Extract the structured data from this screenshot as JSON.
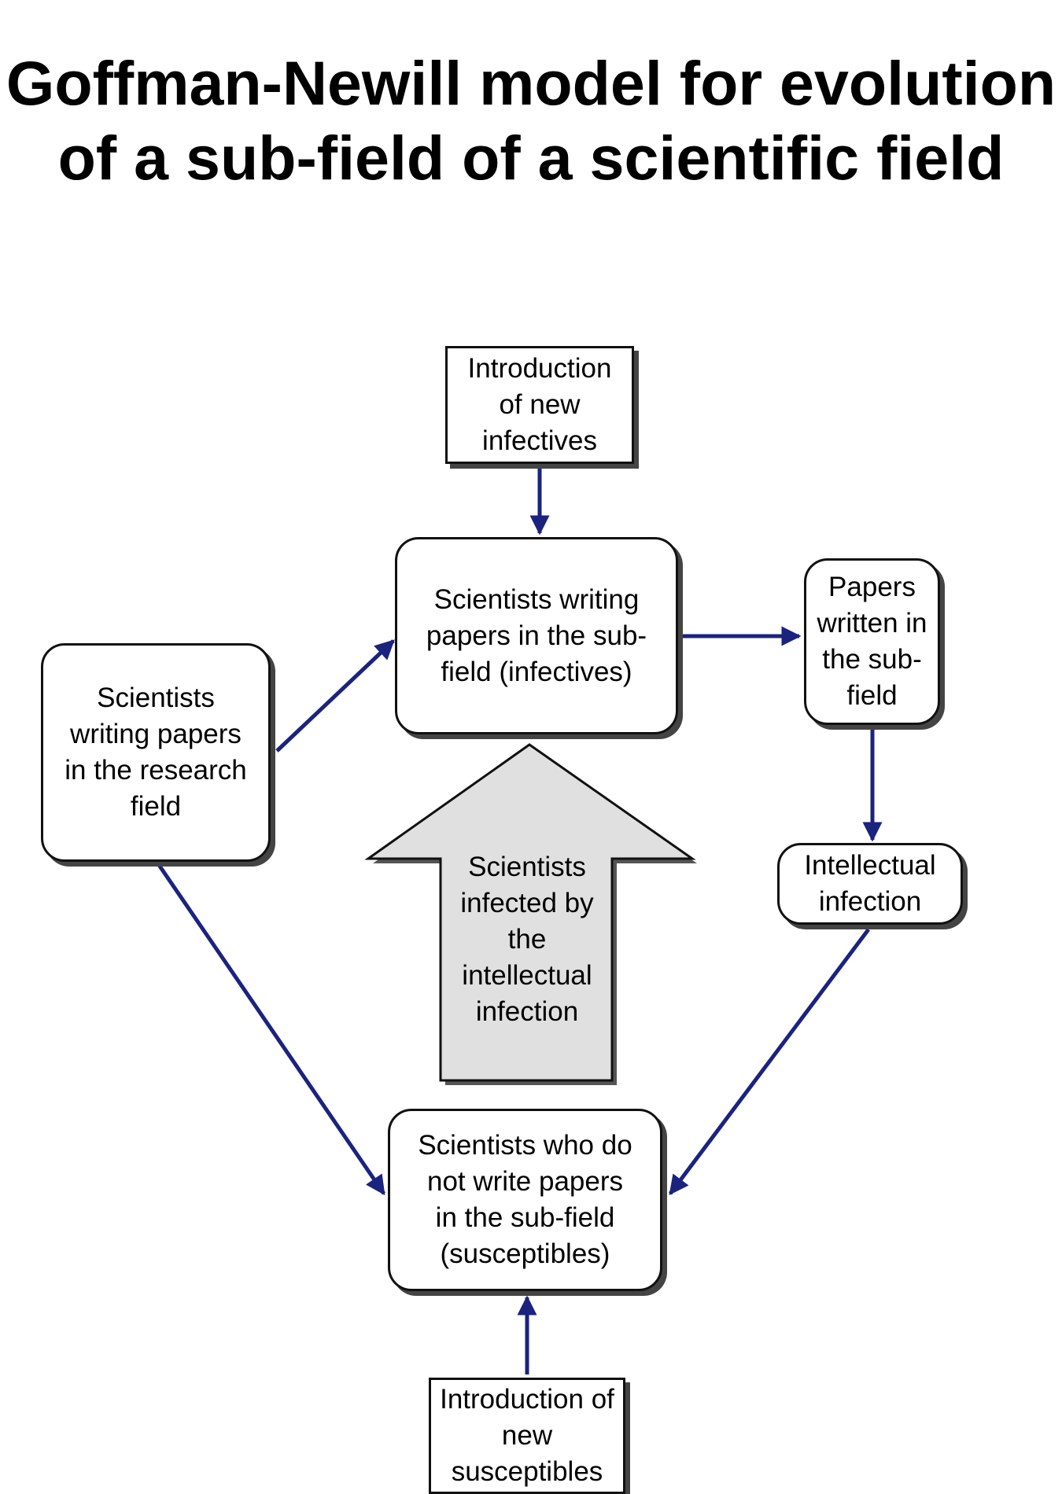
{
  "title": {
    "line1": "Goffman-Newill model for evolution",
    "line2": "of a sub-field of a scientific field"
  },
  "nodes": {
    "intro_infectives": {
      "lines": [
        "Introduction",
        "of new",
        "infectives"
      ]
    },
    "infectives": {
      "lines": [
        "Scientists writing",
        "papers in the sub-",
        "field (infectives)"
      ]
    },
    "research_field": {
      "lines": [
        "Scientists",
        "writing papers",
        "in the research",
        "field"
      ]
    },
    "papers": {
      "lines": [
        "Papers",
        "written in",
        "the sub-",
        "field"
      ]
    },
    "intellectual_infection": {
      "lines": [
        "Intellectual",
        "infection"
      ]
    },
    "susceptibles": {
      "lines": [
        "Scientists who do",
        "not write papers",
        "in the sub-field",
        "(susceptibles)"
      ]
    },
    "intro_susceptibles": {
      "lines": [
        "Introduction of",
        "new",
        "susceptibles"
      ]
    }
  },
  "big_arrow": {
    "lines": [
      "Scientists",
      "infected by",
      "the",
      "intellectual",
      "infection"
    ]
  },
  "colors": {
    "arrow": "#1a237e",
    "big_arrow_fill": "#e0e0e0",
    "border": "#111111",
    "shadow": "#444444"
  }
}
